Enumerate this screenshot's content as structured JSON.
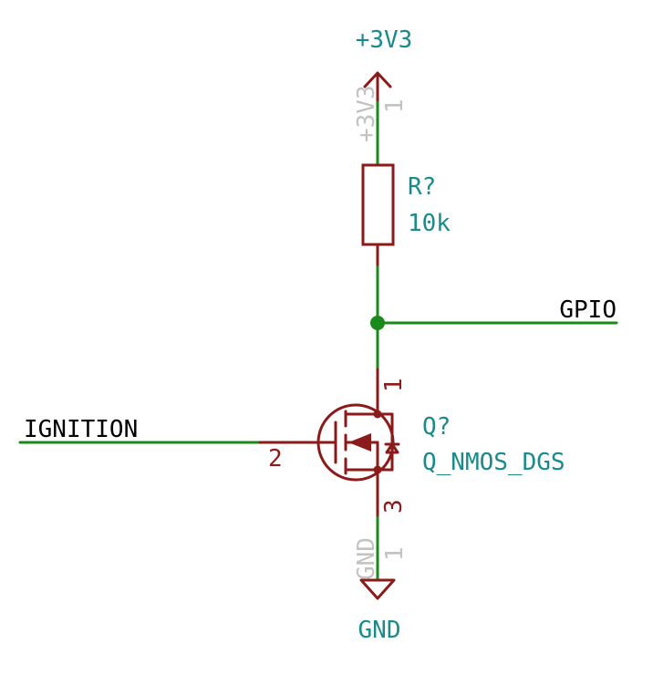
{
  "colors": {
    "wire": "#1a8a1a",
    "symbol": "#8b1a1a",
    "reference_text": "#1a8a8a",
    "net_label_text": "#000000",
    "hidden_text": "#c2c2c2",
    "junction": "#1a8a1a"
  },
  "power": {
    "vcc_label": "+3V3",
    "vcc_pin_name": "+3V3",
    "vcc_pin_number": "1",
    "gnd_label": "GND",
    "gnd_pin_name": "GND",
    "gnd_pin_number": "1"
  },
  "resistor": {
    "reference": "R?",
    "value": "10k"
  },
  "mosfet": {
    "reference": "Q?",
    "value": "Q_NMOS_DGS",
    "pin_drain": "1",
    "pin_gate": "2",
    "pin_source": "3"
  },
  "nets": {
    "gpio": "GPIO",
    "ignition": "IGNITION"
  }
}
